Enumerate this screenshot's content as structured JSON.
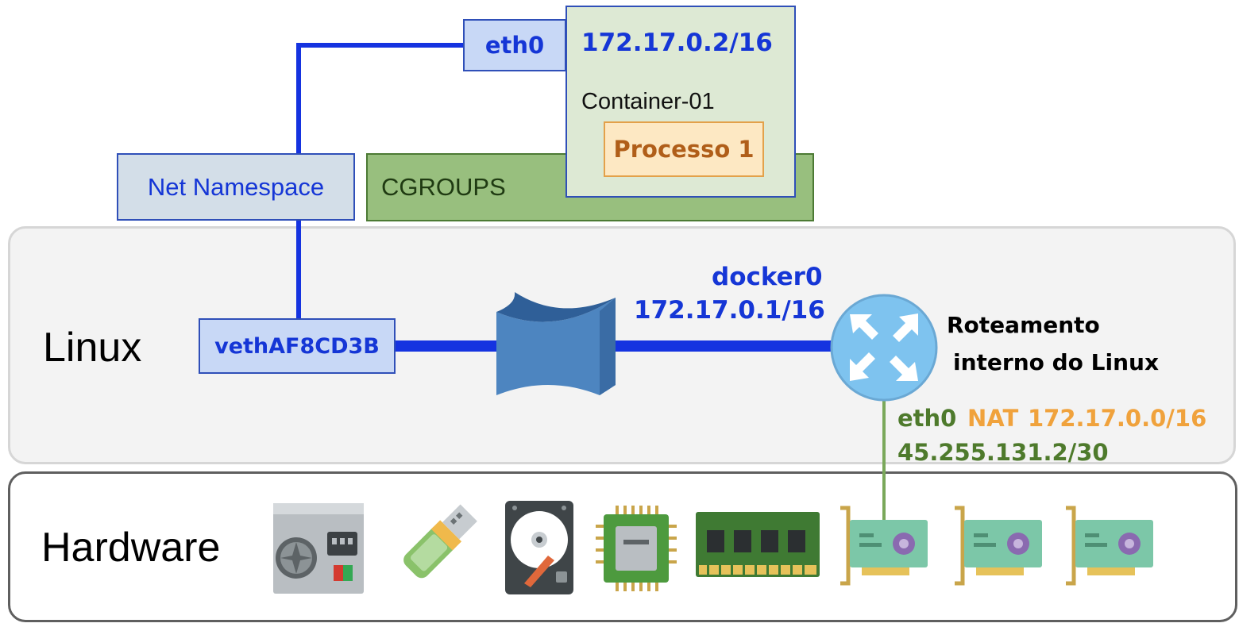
{
  "layers": {
    "linux": "Linux",
    "hardware": "Hardware"
  },
  "container": {
    "eth0": "eth0",
    "ip": "172.17.0.2/16",
    "name": "Container-01",
    "process": "Processo 1"
  },
  "namespaces": {
    "net": "Net Namespace",
    "cgroups": "CGROUPS"
  },
  "veth": "vethAF8CD3B",
  "bridge": {
    "name": "docker0",
    "ip": "172.17.0.1/16"
  },
  "router": {
    "line1": "Roteamento",
    "line2": "interno do Linux"
  },
  "host_nic": {
    "iface": "eth0",
    "nat_label": "NAT",
    "nat_range": "172.17.0.0/16",
    "ip": "45.255.131.2/30"
  },
  "hardware_icons": [
    "power-supply-icon",
    "usb-drive-icon",
    "hard-disk-icon",
    "cpu-chip-icon",
    "ram-module-icon",
    "network-card-icon",
    "network-card-icon",
    "network-card-icon"
  ],
  "colors": {
    "link": "#1533e0",
    "green": "#4e7a2c",
    "orange": "#f0a23c"
  }
}
